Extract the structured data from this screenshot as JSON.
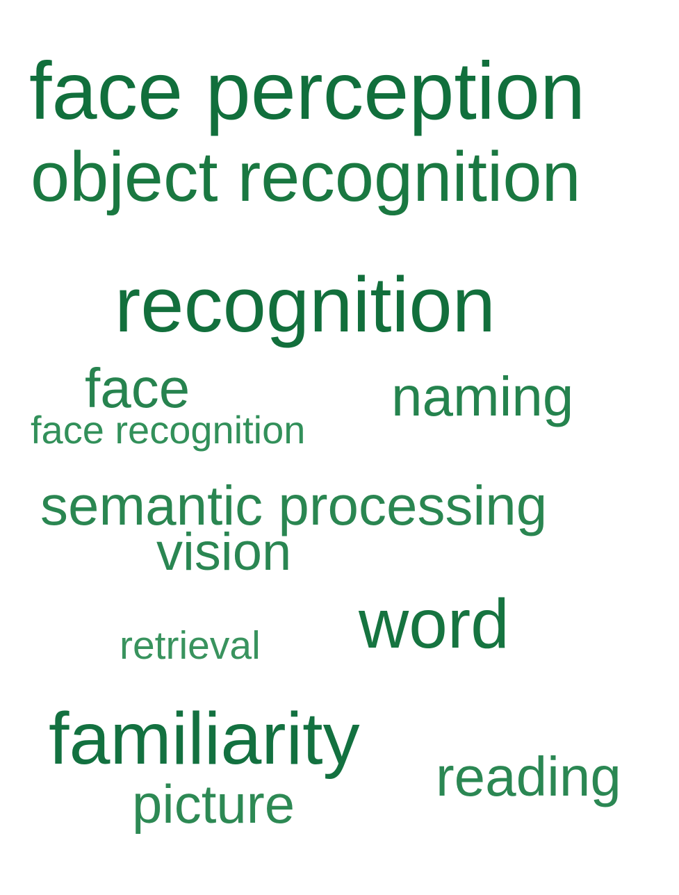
{
  "words": [
    {
      "key": "face-perception",
      "text": "face perception",
      "color": "#116f3c"
    },
    {
      "key": "object-recognition",
      "text": "object recognition",
      "color": "#1a7841"
    },
    {
      "key": "recognition",
      "text": "recognition",
      "color": "#126f3c"
    },
    {
      "key": "face",
      "text": "face",
      "color": "#27834f"
    },
    {
      "key": "naming",
      "text": "naming",
      "color": "#25834e"
    },
    {
      "key": "face-recognition",
      "text": "face recognition",
      "color": "#32905a"
    },
    {
      "key": "semantic-processing",
      "text": "semantic processing",
      "color": "#2a8651"
    },
    {
      "key": "vision",
      "text": "vision",
      "color": "#2a8652"
    },
    {
      "key": "word",
      "text": "word",
      "color": "#167440"
    },
    {
      "key": "retrieval",
      "text": "retrieval",
      "color": "#39935e"
    },
    {
      "key": "familiarity",
      "text": "familiarity",
      "color": "#137140"
    },
    {
      "key": "reading",
      "text": "reading",
      "color": "#2b8753"
    },
    {
      "key": "picture",
      "text": "picture",
      "color": "#2d8954"
    }
  ]
}
